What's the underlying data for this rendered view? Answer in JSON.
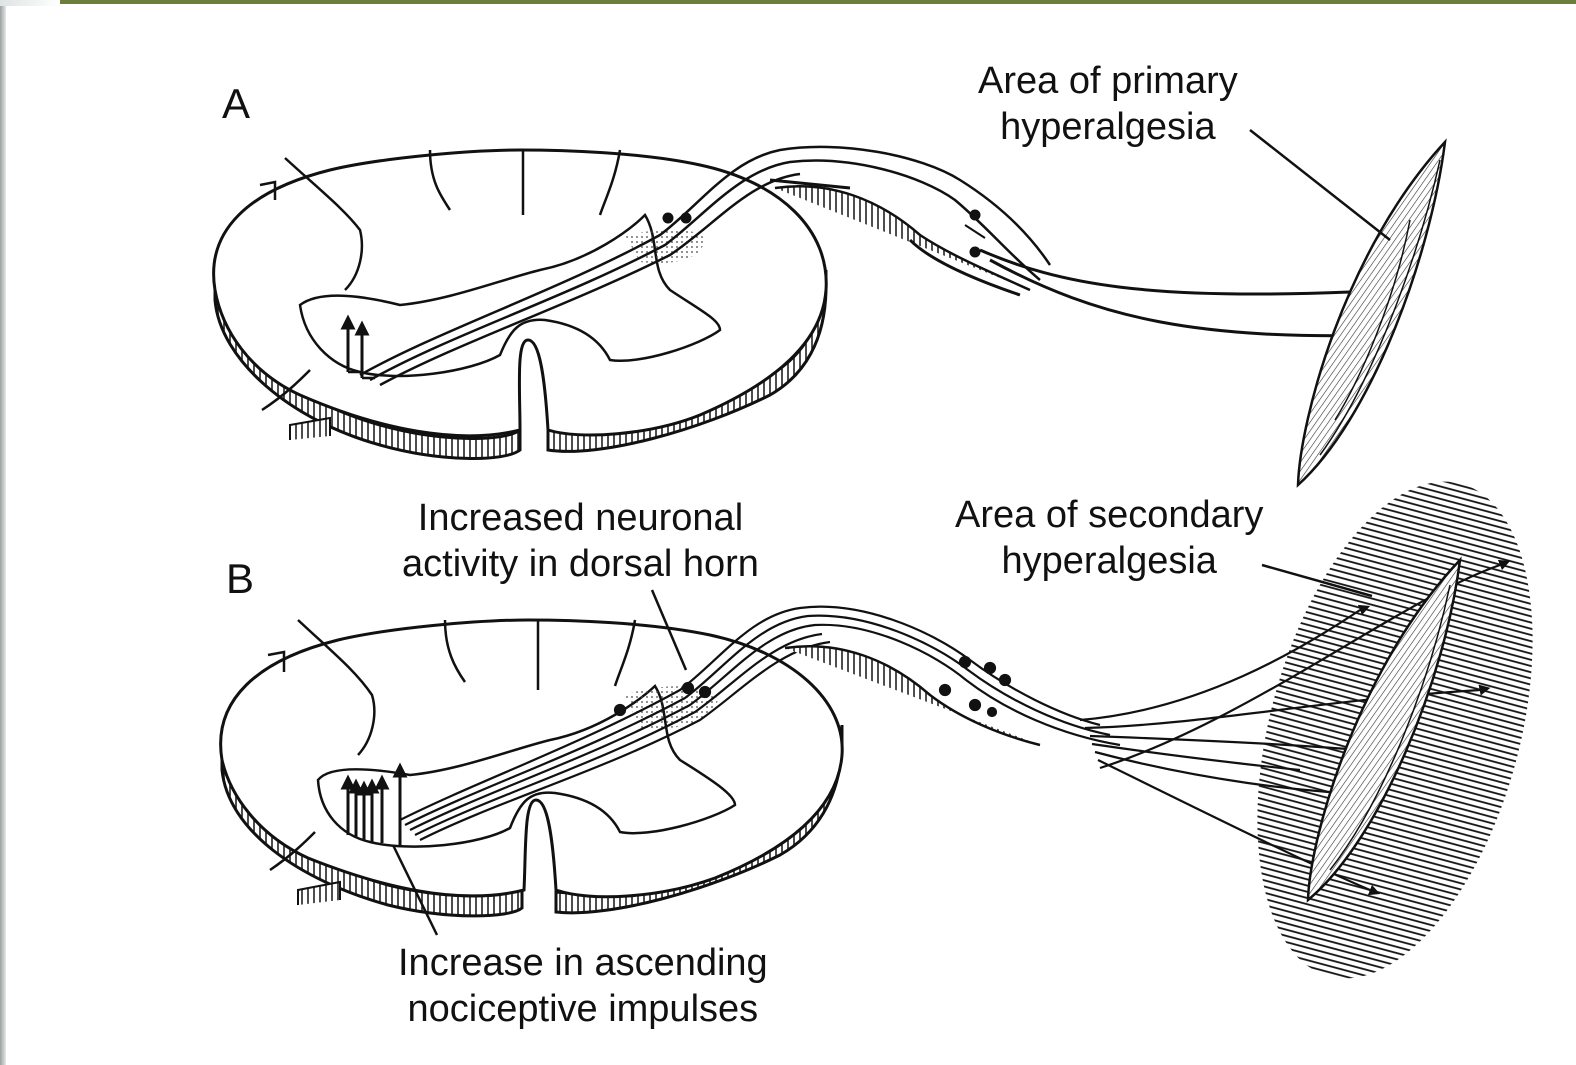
{
  "panels": {
    "a": "A",
    "b": "B"
  },
  "labels": {
    "primary_line1": "Area of primary",
    "primary_line2": "hyperalgesia",
    "neuronal_line1": "Increased neuronal",
    "neuronal_line2": "activity in dorsal horn",
    "secondary_line1": "Area of secondary",
    "secondary_line2": "hyperalgesia",
    "ascending_line1": "Increase in ascending",
    "ascending_line2": "nociceptive impulses"
  }
}
